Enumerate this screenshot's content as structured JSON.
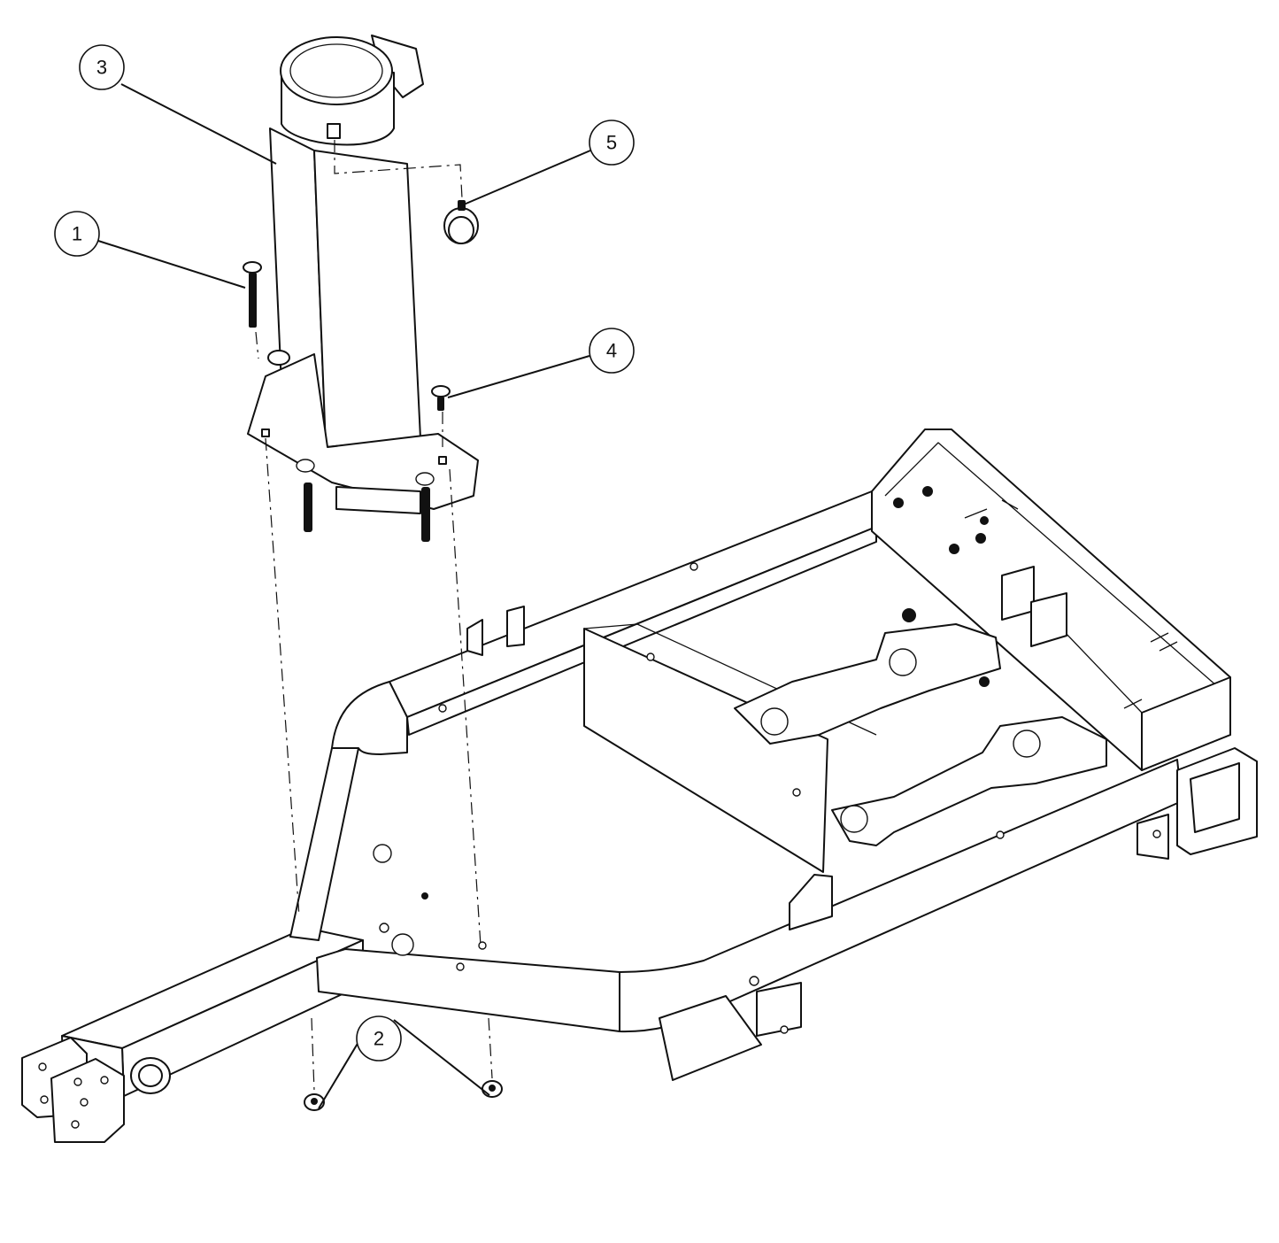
{
  "callouts": [
    {
      "id": "1",
      "label": "1"
    },
    {
      "id": "2",
      "label": "2"
    },
    {
      "id": "3",
      "label": "3"
    },
    {
      "id": "4",
      "label": "4"
    },
    {
      "id": "5",
      "label": "5"
    }
  ],
  "colors": {
    "ink": "#111111",
    "background": "#ffffff"
  }
}
